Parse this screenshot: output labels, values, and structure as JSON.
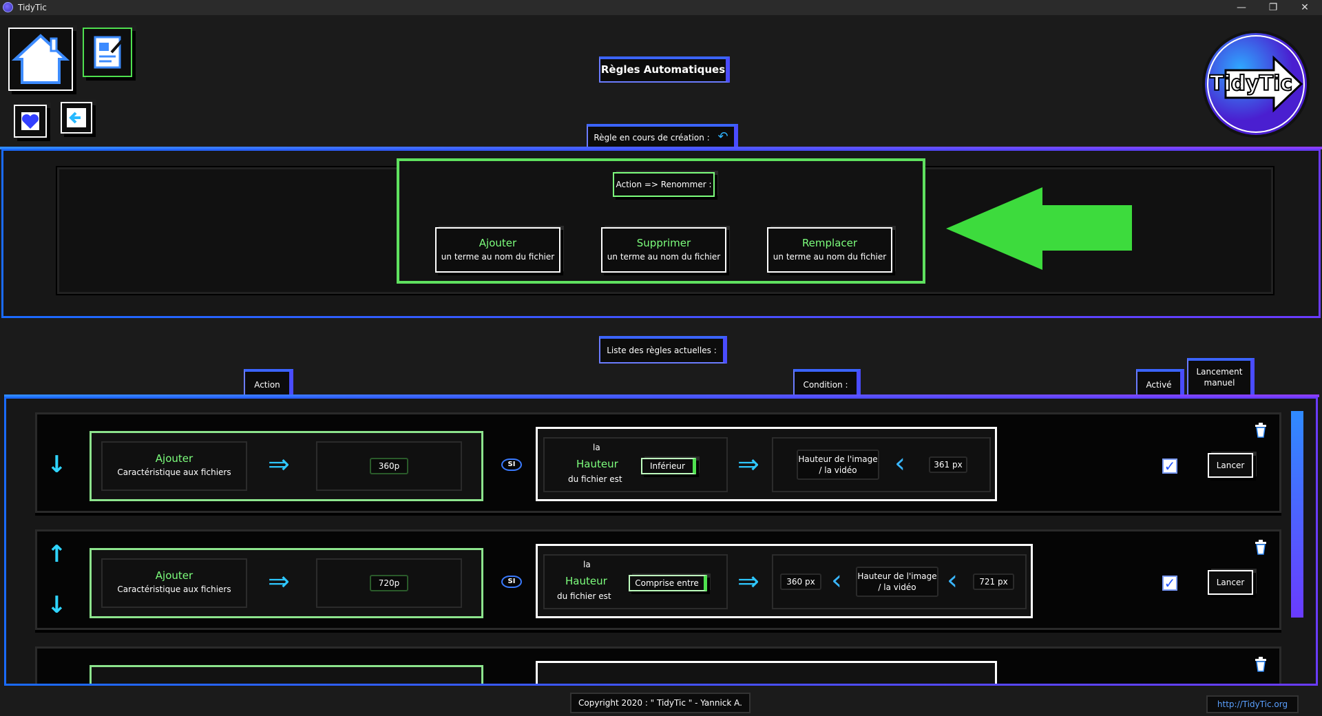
{
  "window": {
    "title": "TidyTic",
    "minimize": "—",
    "restore": "❐",
    "close": "✕"
  },
  "header": {
    "page_title": "Règles Automatiques",
    "logo_text": "TidyTic"
  },
  "creation": {
    "label": "Règle en cours de création :",
    "action_label": "Action => Renommer :",
    "buttons": [
      {
        "title": "Ajouter",
        "subtitle": "un terme au nom du fichier"
      },
      {
        "title": "Supprimer",
        "subtitle": "un terme au nom du fichier"
      },
      {
        "title": "Remplacer",
        "subtitle": "un terme au nom du fichier"
      }
    ]
  },
  "list": {
    "label": "Liste des règles actuelles :",
    "columns": {
      "action": "Action",
      "condition": "Condition :",
      "active": "Activé",
      "manual": "Lancement manuel"
    }
  },
  "rules": [
    {
      "action_title": "Ajouter",
      "action_sub": "Caractéristique aux fichiers",
      "value": "360p",
      "si": "SI",
      "cond_la": "la",
      "cond_prop": "Hauteur",
      "cond_sub": "du fichier est",
      "comparator": "Inférieur",
      "target_label": "Hauteur de l'image / la vidéo",
      "bound": "361 px",
      "launch": "Lancer",
      "checked": "✓"
    },
    {
      "action_title": "Ajouter",
      "action_sub": "Caractéristique aux fichiers",
      "value": "720p",
      "si": "SI",
      "cond_la": "la",
      "cond_prop": "Hauteur",
      "cond_sub": "du fichier est",
      "comparator": "Comprise entre",
      "lower": "360 px",
      "target_label": "Hauteur de l'image / la vidéo",
      "upper": "721 px",
      "launch": "Lancer",
      "checked": "✓"
    }
  ],
  "footer": {
    "copyright": "Copyright 2020 : \" TidyTic \" - Yannick A.",
    "link": "http://TidyTic.org"
  },
  "colors": {
    "accent_blue": "#2f8bff",
    "accent_violet": "#8d3dff",
    "green": "#5fe15f"
  }
}
